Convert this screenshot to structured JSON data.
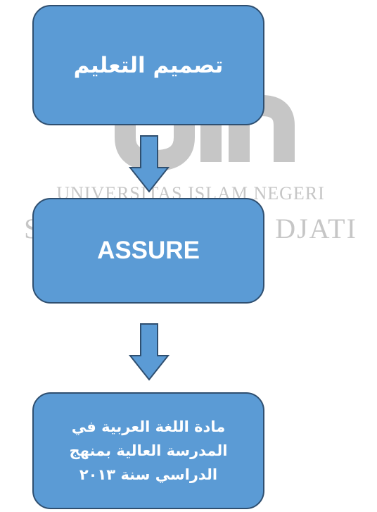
{
  "watermark": {
    "logo_text": "uin",
    "line1": "UNIVERSITAS ISLAM NEGERI",
    "line2": "SUNAN GUNUNG DJATI"
  },
  "flowchart": {
    "step1": "تصميم التعليم",
    "step2": "ASSURE",
    "step3": "مادة اللغة العربية في المدرسة العالية بمنهج الدراسي سنة ٢٠١٣"
  },
  "colors": {
    "box_fill": "#5b9bd5",
    "box_border": "#2f4f70",
    "text": "#ffffff",
    "watermark": "#c6c6c6"
  }
}
